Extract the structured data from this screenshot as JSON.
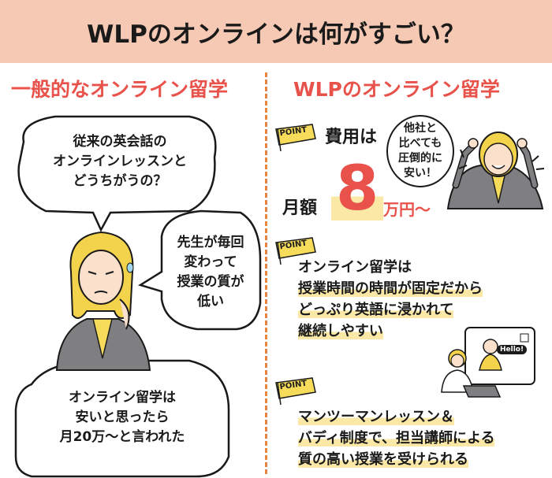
{
  "header": {
    "title": "WLPのオンラインは何がすごい？"
  },
  "columns": {
    "left_title": "一般的なオンライン留学",
    "right_title": "WLPのオンライン留学"
  },
  "left": {
    "bubbles": [
      {
        "lines": [
          "従来の英会話の",
          "オンラインレッスンと",
          "どうちがうの？"
        ]
      },
      {
        "lines": [
          "先生が毎回",
          "変わって",
          "授業の質が",
          "低い"
        ]
      },
      {
        "lines": [
          "オンライン留学は",
          "安いと思ったら",
          "月20万〜と言われた"
        ]
      }
    ]
  },
  "right": {
    "point_label": "POINT",
    "fee": {
      "label_top": "費用は",
      "label_monthly": "月額",
      "number": "8",
      "unit": "万円〜"
    },
    "cheap_bubble": [
      "他社と",
      "比べても",
      "圧倒的に",
      "安い！"
    ],
    "points": [
      {
        "lines": [
          "オンライン留学は",
          "授業時間の時間が固定だから",
          "どっぷり英語に浸かれて",
          "継続しやすい"
        ]
      },
      {
        "lines": [
          "マンツーマンレッスン＆",
          "バディ制度で、担当講師による",
          "質の高い授業を受けられる"
        ]
      }
    ],
    "screen_greeting": "Hello!"
  },
  "colors": {
    "header_bg": "#f5c9b3",
    "accent_red": "#e8524a",
    "highlight": "#fbe8a6",
    "flag_yellow": "#f7dc5c",
    "divider_orange": "#e8863f"
  }
}
